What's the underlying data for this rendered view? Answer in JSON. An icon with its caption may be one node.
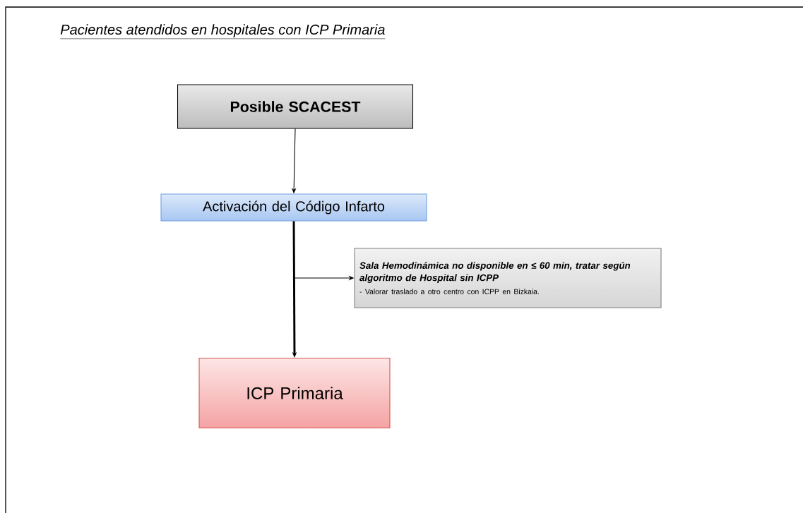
{
  "diagram": {
    "title": "Pacientes atendidos en hospitales con ICP Primaria",
    "nodes": [
      {
        "text": [
          "Posible SCACEST"
        ]
      },
      {
        "text": [
          "Activación del Código Infarto"
        ]
      },
      {
        "text": [
          "Sala Hemodinámica no disponible en ≤ 60 min, tratar según algoritmo de Hospital sin ICPP",
          "- Valorar traslado a otro centro con ICPP en Bizkaia."
        ]
      },
      {
        "text": [
          "ICP Primaria"
        ]
      }
    ],
    "edges": [
      {
        "from": 0,
        "to": 1,
        "arrow": "to"
      },
      {
        "from": 1,
        "to": 2,
        "arrow": "to"
      },
      {
        "from": 1,
        "to": 3,
        "arrow": "to",
        "style": "thick"
      }
    ]
  }
}
